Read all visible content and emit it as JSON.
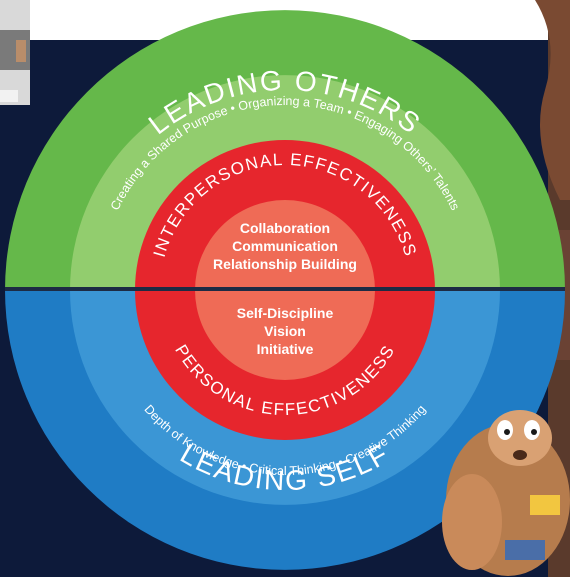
{
  "outer_top_title": "LEADING OTHERS",
  "outer_bottom_title": "LEADING SELF",
  "top_skills_arc": "Creating a Shared Purpose • Organizing a Team • Engaging Others’ Talents",
  "bottom_skills_arc": "Depth of Knowledge • Critical Thinking • Creative Thinking",
  "inner_top_title": "INTERPERSONAL EFFECTIVENESS",
  "inner_bottom_title": "PERSONAL EFFECTIVENESS",
  "center_top": [
    "Collaboration",
    "Communication",
    "Relationship Building"
  ],
  "center_bottom": [
    "Self-Discipline",
    "Vision",
    "Initiative"
  ],
  "colors": {
    "navy_background": "#0d1a3a",
    "green_outer": "#65b84a",
    "green_inner": "#92cd6e",
    "blue_outer": "#1f7cc5",
    "blue_inner": "#3b96d5",
    "red_ring": "#e6262d",
    "salmon_center": "#ef6b56",
    "divider": "#1d2b44"
  }
}
